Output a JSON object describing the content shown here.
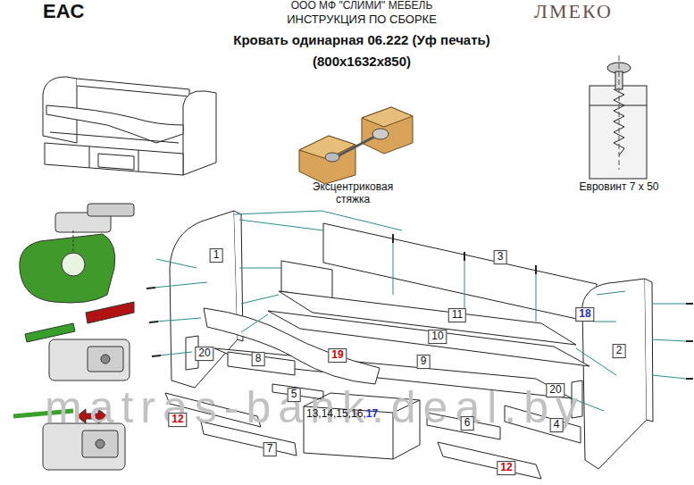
{
  "diagram": {
    "title": "Кровать одинарная 06.222 (Уф печать)",
    "labels": [
      "EAC",
      "ООО МФ \"СЛИМИ\" МЕБЕЛЬ",
      "ЛМЕКО",
      "ИНСТРУКЦИЯ ПО СБОРКЕ",
      "(800x1632x850)",
      "Эксцентриковая стяжка",
      "Евровинт 7 х 50",
      "1",
      "3",
      "18",
      "11",
      "10",
      "2",
      "20",
      "8",
      "19",
      "9",
      "5",
      "20",
      "13,14,15,16,",
      "17",
      "4",
      "12",
      "6",
      "7",
      "12",
      "matras-bank.deal.by"
    ]
  }
}
